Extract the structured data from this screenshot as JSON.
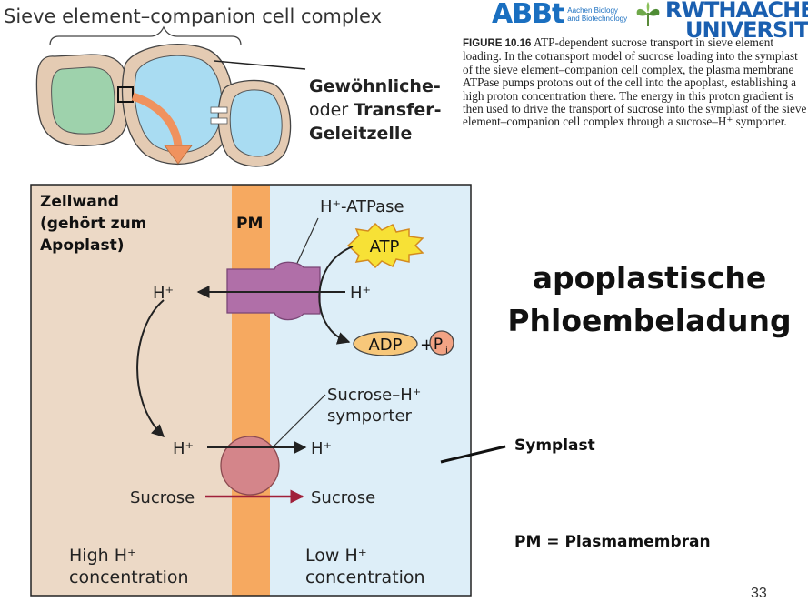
{
  "top_title": "Sieve element–companion cell complex",
  "cell_label": {
    "line1": "Gewöhnliche-",
    "line2_prefix": "oder ",
    "line2_bold": "Transfer-",
    "line3": "Geleitzelle"
  },
  "logos": {
    "abbt": "ABBt",
    "abbt_sub1": "Aachen Biology",
    "abbt_sub2": "and Biotechnology",
    "rwth1": "RWTHAACHEN",
    "rwth2": "UNIVERSITY"
  },
  "caption": {
    "figure": "FIGURE 10.16",
    "text": "ATP-dependent sucrose transport in sieve element loading. In the cotransport model of sucrose loading into the symplast of the sieve element–companion cell complex, the plasma membrane ATPase pumps protons out of the cell into the apoplast, establishing a high proton concentration there. The energy in this proton gradient is then used to drive the transport of sucrose into the symplast of the sieve element–companion cell complex through a sucrose–H⁺ symporter."
  },
  "diagram": {
    "zellwand_1": "Zellwand",
    "zellwand_2": "(gehört zum",
    "zellwand_3": "Apoplast)",
    "pm": "PM",
    "atpase": "H⁺-ATPase",
    "atp": "ATP",
    "adp": "ADP",
    "plus": "+",
    "pi": "P",
    "pi_sub": "i",
    "h_left_top": "H⁺",
    "h_right_top": "H⁺",
    "symporter_1": "Sucrose–H⁺",
    "symporter_2": "symporter",
    "h_left_bottom": "H⁺",
    "h_right_bottom": "H⁺",
    "sucrose_left": "Sucrose",
    "sucrose_right": "Sucrose",
    "high_1": "High H⁺",
    "high_2": "concentration",
    "low_1": "Low H⁺",
    "low_2": "concentration"
  },
  "headline_1": "apoplastische",
  "headline_2": "Phloembeladung",
  "symplast": "Symplast",
  "pm_definition": "PM = Plasmamembran",
  "page_number": "33",
  "colors": {
    "apoplast": "#ecd9c6",
    "membrane": "#f6a960",
    "symplast": "#ddeef8",
    "cell_wall": "#e4cbb3",
    "companion": "#9ed2ac",
    "sieve": "#a9dcf2",
    "pump": "#b06fa8",
    "symporter": "#d4858a",
    "arrow_orange": "#f0925e",
    "sucrose_arrow": "#a0203a"
  }
}
